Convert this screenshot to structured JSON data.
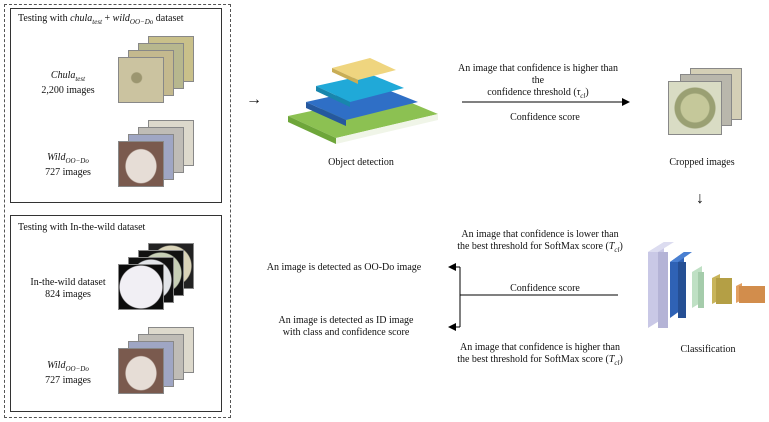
{
  "panel_top": {
    "title_prefix": "Testing with ",
    "title_a": "chula",
    "title_a_sub": "test",
    "title_plus": " + ",
    "title_b": "wild",
    "title_b_sub": "OO−Do",
    "title_suffix": " dataset",
    "group1_name": "Chula",
    "group1_sub": "test",
    "group1_count": "2,200 images",
    "group2_name": "Wild",
    "group2_sub": "OO−Do",
    "group2_count": "727 images"
  },
  "panel_bottom": {
    "title": "Testing with In-the-wild dataset",
    "group1_name": "In-the-wild dataset",
    "group1_count": "824 images",
    "group2_name": "Wild",
    "group2_sub": "OO−Do",
    "group2_count": "727 images"
  },
  "pipeline": {
    "input_arrow": "→",
    "detection_label": "Object detection",
    "high_conf_line1": "An image that confidence is higher than the",
    "high_conf_line2_prefix": "confidence threshold (",
    "tau": "τ",
    "tau_sub": "cl",
    "line2_suffix": ")",
    "confidence_score_top": "Confidence score",
    "cropped_label": "Cropped images",
    "down_arrow": "↓",
    "lower_line1": "An image that confidence is lower than",
    "lower_line2_prefix": "the best threshold for SoftMax score (",
    "T": "T",
    "T_sub": "cl",
    "confidence_score_bottom": "Confidence score",
    "higher_line1": "An image that confidence is higher than",
    "higher_line2_prefix": "the best threshold for SoftMax score (",
    "classification_label": "Classification",
    "ood_result": "An image is detected as OO-Do image",
    "id_result_line1": "An image is detected as ID image",
    "id_result_line2": "with class and confidence score"
  },
  "colors": {
    "layer_yellow": "#efd57f",
    "layer_cyan": "#20a9d8",
    "layer_blue": "#2f6fc6",
    "layer_green": "#8cc152",
    "cnn_lavender": "#c9c8e6",
    "cnn_blue": "#2f62b5",
    "cnn_mint": "#bfe0c4",
    "cnn_olive": "#c8b45a",
    "cnn_orange": "#e2a062"
  }
}
